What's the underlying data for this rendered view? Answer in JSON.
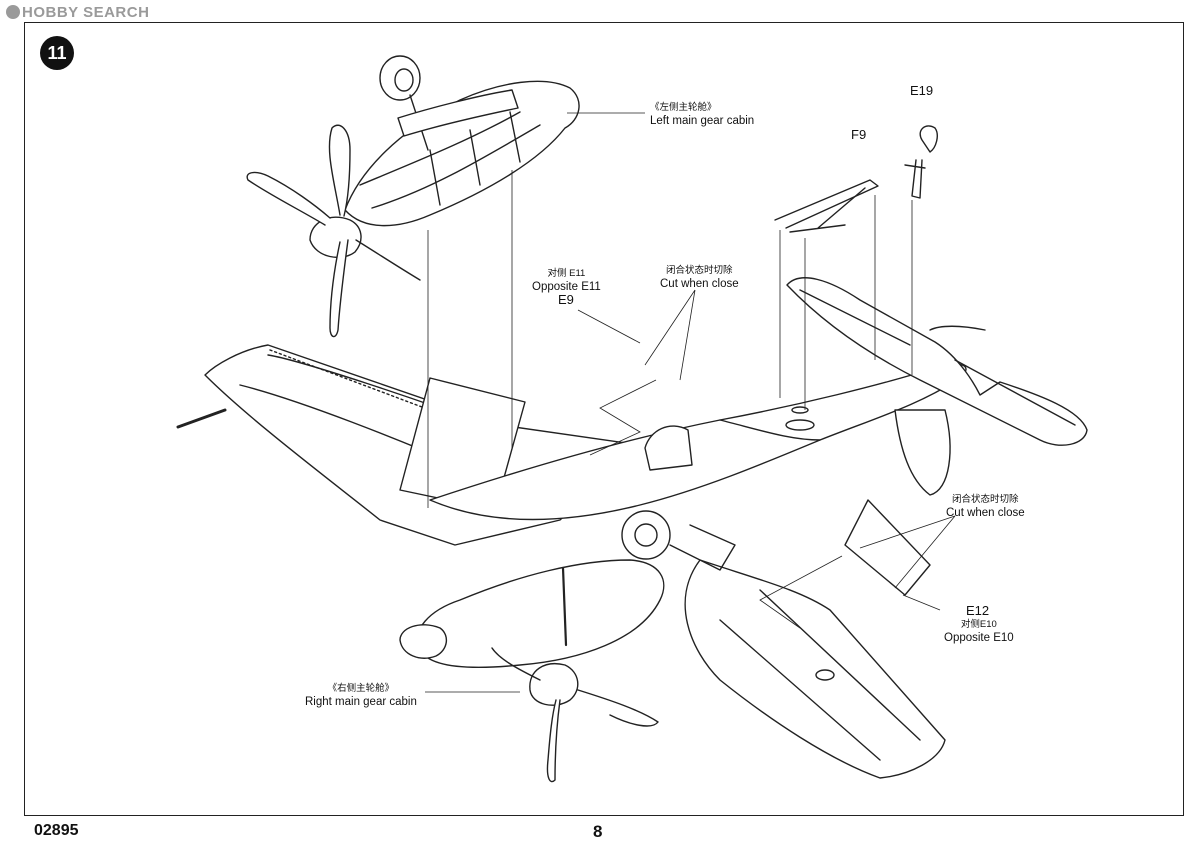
{
  "watermark": {
    "text": "HOBBY SEARCH"
  },
  "step": {
    "number": "11"
  },
  "callouts": {
    "left_gear_cn": "《左侧主轮舱》",
    "left_gear_en": "Left main gear cabin",
    "right_gear_cn": "《右侧主轮舱》",
    "right_gear_en": "Right main gear cabin",
    "opposite_e11_cn": "对侧 E11",
    "opposite_e11_en": "Opposite E11",
    "cut_top_cn": "闭合状态时切除",
    "cut_top_en": "Cut when close",
    "cut_right_cn": "闭合状态时切除",
    "cut_right_en": "Cut when close",
    "opposite_e10_cn": "对侧E10",
    "opposite_e10_en": "Opposite E10"
  },
  "parts": {
    "e9": "E9",
    "e12": "E12",
    "e19": "E19",
    "f9": "F9"
  },
  "footer": {
    "code": "02895",
    "page": "8"
  }
}
